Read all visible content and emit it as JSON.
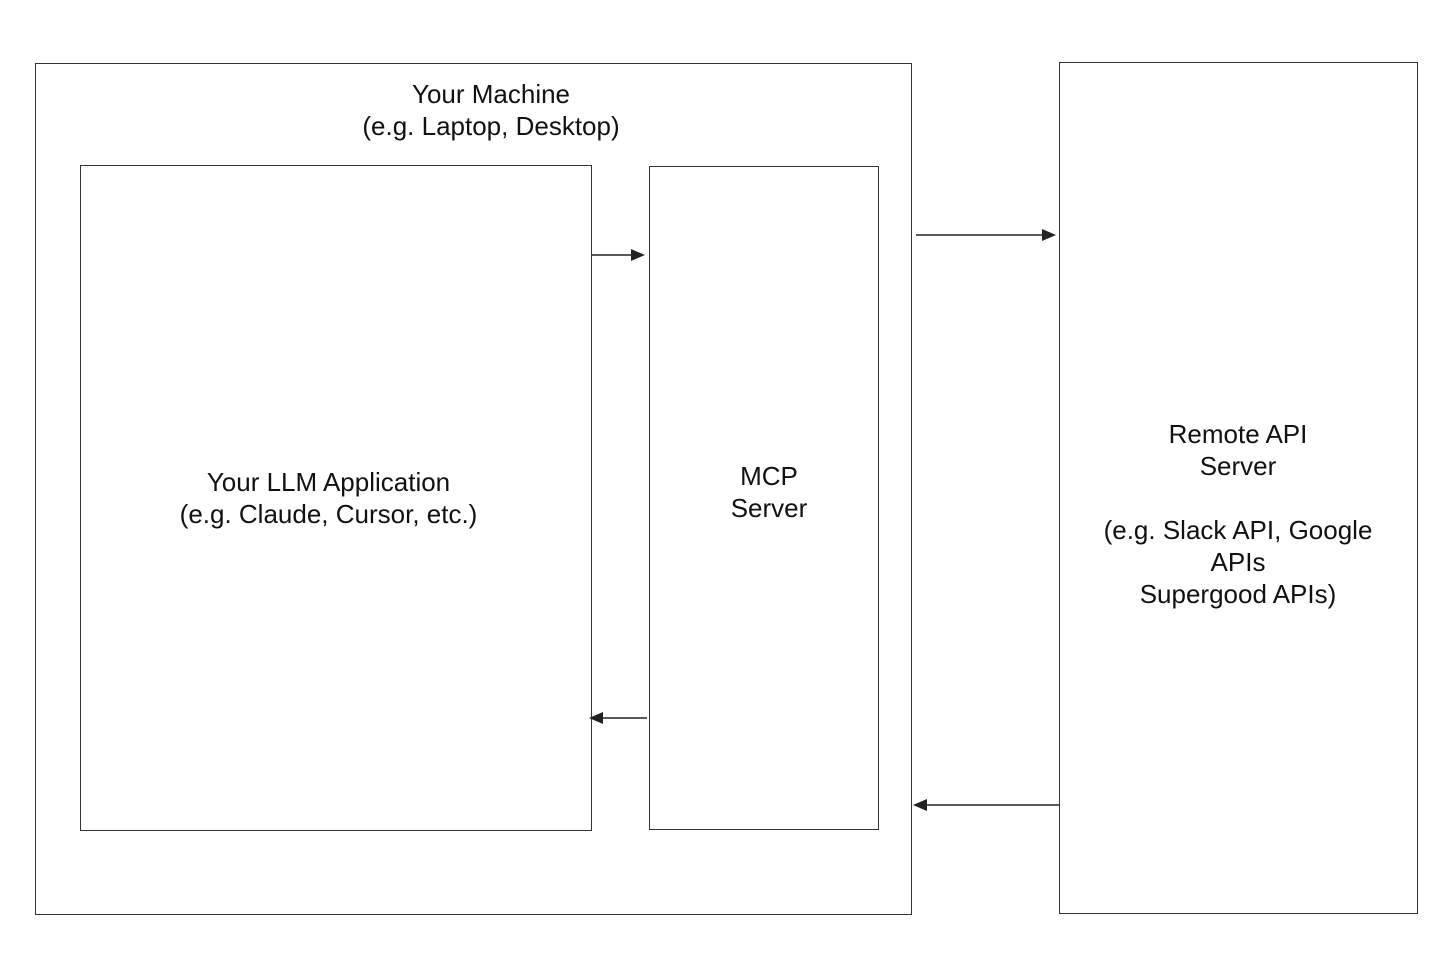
{
  "machine": {
    "title": "Your Machine",
    "subtitle": "(e.g. Laptop, Desktop)"
  },
  "llm_app": {
    "label": "Your LLM Application\n(e.g. Claude, Cursor, etc.)"
  },
  "mcp_server": {
    "label": "MCP\nServer"
  },
  "remote_server": {
    "label": "Remote API\nServer\n\n(e.g. Slack API, Google\nAPIs\nSupergood APIs)"
  }
}
